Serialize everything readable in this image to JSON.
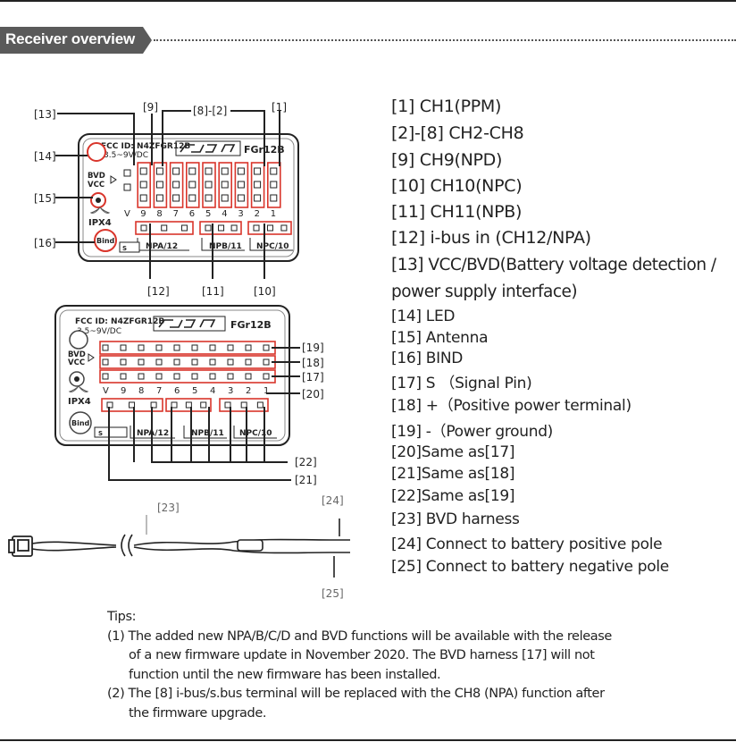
{
  "section": {
    "title": "Receiver overview"
  },
  "diagram": {
    "board": {
      "fcc": "FCC ID: N4ZFGR12B",
      "voltage": "3.5~9V/DC",
      "model_top": "FGr12B",
      "model_bottom": "FGr12B",
      "bvd": "BVD",
      "vcc": "VCC",
      "ipx": "IPX4",
      "bind": "Bind",
      "bus_top": [
        "NPA/12",
        "NPB/11",
        "NPC/10"
      ],
      "bus_bottom": [
        "NPA/12",
        "NPB/11",
        "NPC/10"
      ],
      "pins": [
        "V",
        "9",
        "8",
        "7",
        "6",
        "5",
        "4",
        "3",
        "2",
        "1"
      ]
    },
    "callouts": {
      "c13": "[13]",
      "c9": "[9]",
      "c8_2": "[8]-[2]",
      "c1": "[1]",
      "c14": "[14]",
      "c15": "[15]",
      "c16": "[16]",
      "c12": "[12]",
      "c11": "[11]",
      "c10": "[10]",
      "c19": "[19]",
      "c18": "[18]",
      "c17": "[17]",
      "c20": "[20]",
      "c22": "[22]",
      "c21": "[21]",
      "c23": "[23]",
      "c24": "[24]",
      "c25": "[25]"
    }
  },
  "legend": [
    "[1] CH1(PPM)",
    "[2]-[8] CH2-CH8",
    "[9] CH9(NPD)",
    "[10] CH10(NPC)",
    "[11] CH11(NPB)",
    "[12] i-bus in (CH12/NPA)",
    "[13] VCC/BVD(Battery voltage detection /",
    "power supply interface)",
    "[14]  LED",
    "[15]  Antenna",
    "[16] BIND",
    "[17]  S （Signal Pin)",
    "[18] +（Positive power terminal)",
    "[19] -（Power ground)",
    "[20]Same as[17]",
    "[21]Same as[18]",
    "[22]Same as[19]",
    "[23] BVD harness",
    "[24] Connect to battery positive pole",
    "[25] Connect to battery negative pole"
  ],
  "tips": {
    "heading": "Tips:",
    "line1": "(1) The added new NPA/B/C/D and BVD functions will be available with the release",
    "line2": "of a new firmware update  in November 2020. The BVD harness [17] will not",
    "line3": "function until the new firmware has been installed.",
    "line4": "(2) The [8] i-bus/s.bus terminal will be replaced with the CH8 (NPA) function after",
    "line5": "the  firmware upgrade."
  },
  "colors": {
    "accent": "#d9352b",
    "badge": "#5a5a5a",
    "line": "#222222"
  }
}
